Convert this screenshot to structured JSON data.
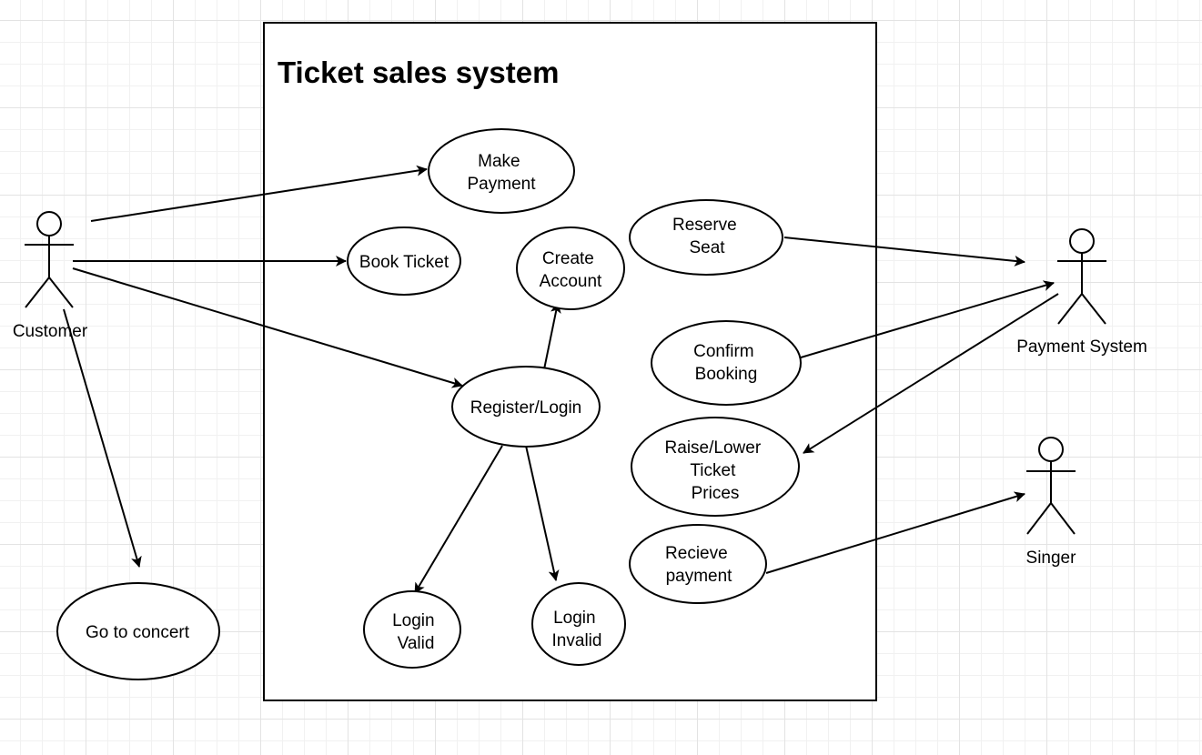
{
  "system": {
    "title": "Ticket sales system"
  },
  "actors": {
    "customer": "Customer",
    "payment_system": "Payment System",
    "singer": "Singer"
  },
  "use_cases": {
    "make_payment": [
      "Make",
      "Payment"
    ],
    "book_ticket": [
      "Book Ticket"
    ],
    "create_account": [
      "Create",
      "Account"
    ],
    "register_login": [
      "Register/Login"
    ],
    "login_valid": [
      "Login",
      "Valid"
    ],
    "login_invalid": [
      "Login",
      "Invalid"
    ],
    "reserve_seat": [
      "Reserve",
      "Seat"
    ],
    "confirm_booking": [
      "Confirm",
      "Booking"
    ],
    "raise_lower_prices": [
      "Raise/Lower",
      "Ticket",
      "Prices"
    ],
    "recieve_payment": [
      "Recieve",
      "payment"
    ],
    "go_to_concert": [
      "Go to concert"
    ]
  },
  "colors": {
    "stroke": "#000000",
    "fill": "#ffffff",
    "grid": "#e3e3e3"
  }
}
